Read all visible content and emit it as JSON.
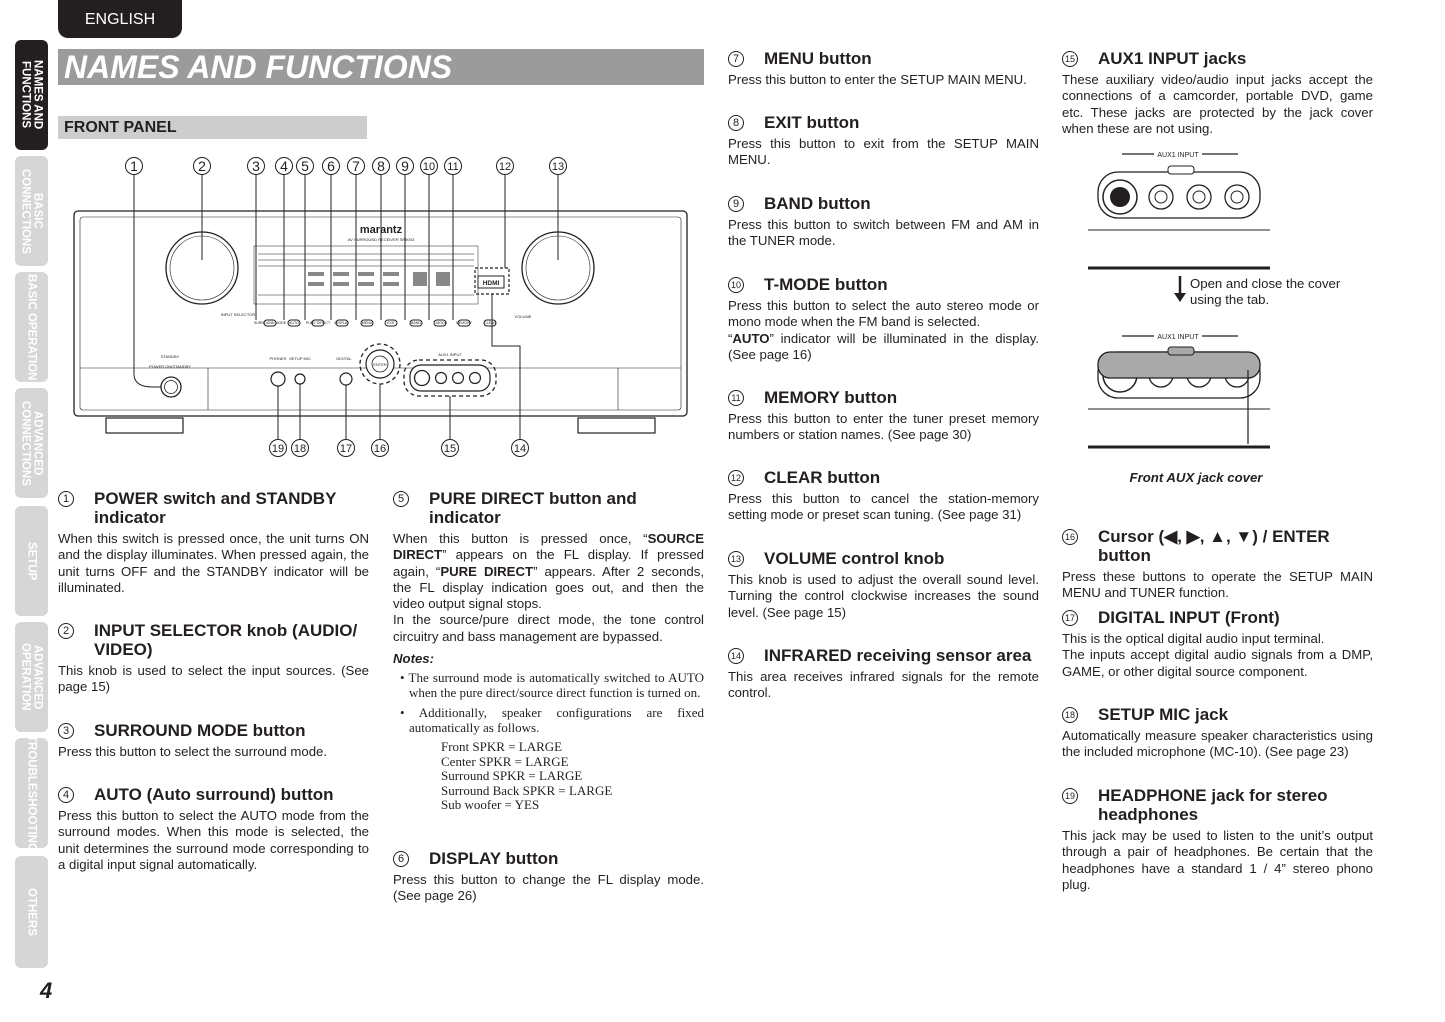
{
  "header": {
    "language_tab": "ENGLISH"
  },
  "side_tabs": [
    {
      "label": "NAMES AND\nFUNCTIONS",
      "active": true
    },
    {
      "label": "BASIC\nCONNECTIONS",
      "active": false
    },
    {
      "label": "BASIC OPERATION",
      "active": false
    },
    {
      "label": "ADVANCED\nCONNECTIONS",
      "active": false
    },
    {
      "label": "SETUP",
      "active": false
    },
    {
      "label": "ADVANCED\nOPERATION",
      "active": false
    },
    {
      "label": "TROUBLESHOOTING",
      "active": false
    },
    {
      "label": "OTHERS",
      "active": false
    }
  ],
  "page_title": "NAMES AND FUNCTIONS",
  "section_title": "FRONT PANEL",
  "diagram": {
    "brand": "marantz",
    "model_line": "AV SURROUND RECEIVER SR5003",
    "panel_labels": {
      "input_selector": "INPUT SELECTOR",
      "volume": "VOLUME",
      "standby": "STANDBY",
      "power": "POWER ON/STANDBY",
      "phones": "PHONES",
      "setup_mic": "SETUP MIC",
      "digital": "DIGITAL",
      "aux1_input": "AUX1 INPUT",
      "hdmi": "HDMI",
      "enter": "ENTER",
      "buttons": [
        "SURROUND MODE",
        "AUTO",
        "PURE DIRECT",
        "DISPLAY",
        "MENU",
        "EXIT",
        "BAND",
        "T-MODE",
        "MEMORY",
        "CLEAR"
      ]
    },
    "callouts_top": [
      "1",
      "2",
      "3",
      "4",
      "5",
      "6",
      "7",
      "8",
      "9",
      "10",
      "11",
      "12",
      "13"
    ],
    "callouts_bottom": [
      "19",
      "18",
      "17",
      "16",
      "15",
      "14"
    ]
  },
  "items": [
    {
      "num": "1",
      "title": "POWER switch and STANDBY indicator",
      "body": "When this switch is pressed once, the unit turns ON and the display illuminates. When pressed again, the unit turns OFF and the STANDBY indicator will be illuminated."
    },
    {
      "num": "2",
      "title": "INPUT SELECTOR knob (AUDIO/ VIDEO)",
      "body": "This knob is used to select the input sources. (See page 15)"
    },
    {
      "num": "3",
      "title": "SURROUND MODE button",
      "body": "Press this button to select the surround mode."
    },
    {
      "num": "4",
      "title": "AUTO (Auto surround) button",
      "body": "Press this button to select the AUTO mode from the surround modes. When this mode is selected, the unit determines the surround mode corresponding to a digital input signal automatically."
    },
    {
      "num": "5",
      "title": "PURE DIRECT button and indicator",
      "body_parts": [
        "When this button is pressed once, “",
        "SOURCE DIRECT",
        "” appears on the FL display. If pressed again, “",
        "PURE DIRECT",
        "” appears. After 2 seconds, the FL display indication goes out, and then the video output signal stops."
      ],
      "body2": "In the source/pure direct mode, the tone control circuitry and bass management are bypassed.",
      "notes_heading": "Notes:",
      "notes": [
        "The surround mode is automatically switched to AUTO when the pure direct/source direct function is turned on.",
        "Additionally, speaker configurations are fixed automatically as follows."
      ],
      "speaker_config": [
        "Front SPKR = LARGE",
        "Center SPKR = LARGE",
        "Surround SPKR = LARGE",
        "Surround Back SPKR = LARGE",
        "Sub woofer = YES"
      ]
    },
    {
      "num": "6",
      "title": "DISPLAY button",
      "body": "Press this button to change the FL display mode. (See page 26)"
    },
    {
      "num": "7",
      "title": "MENU button",
      "body": "Press this button to enter the SETUP MAIN MENU."
    },
    {
      "num": "8",
      "title": "EXIT button",
      "body": "Press this button to exit from the SETUP MAIN MENU."
    },
    {
      "num": "9",
      "title": "BAND button",
      "body": "Press this button to switch between FM and AM in the TUNER mode."
    },
    {
      "num": "10",
      "title": "T-MODE button",
      "body": "Press this button to select the auto stereo mode or mono mode when the FM band is selected.",
      "body_parts": [
        "“",
        "AUTO",
        "” indicator will be illuminated in the display. (See page 16)"
      ]
    },
    {
      "num": "11",
      "title": "MEMORY button",
      "body": "Press this button to enter the tuner preset memory numbers or station names. (See page 30)"
    },
    {
      "num": "12",
      "title": "CLEAR button",
      "body": "Press this button to cancel the station-memory setting mode or preset scan tuning. (See page 31)"
    },
    {
      "num": "13",
      "title": "VOLUME control knob",
      "body": "This knob is used to adjust the overall sound level. Turning the control clockwise increases the sound level. (See page 15)"
    },
    {
      "num": "14",
      "title": "INFRARED receiving sensor area",
      "body": "This area receives infrared signals for the remote control."
    },
    {
      "num": "15",
      "title": "AUX1 INPUT jacks",
      "body": "These auxiliary video/audio input jacks accept the connections of a camcorder, portable DVD, game etc. These jacks are protected by the jack cover when these are not using."
    },
    {
      "num": "16",
      "title": "Cursor (◀, ▶, ▲, ▼) / ENTER button",
      "body": "Press these buttons to operate the SETUP MAIN MENU and TUNER function."
    },
    {
      "num": "17",
      "title": "DIGITAL INPUT (Front)",
      "body": "This is the optical digital audio input terminal.",
      "body2": "The inputs accept digital audio signals from a DMP, GAME, or other digital source component."
    },
    {
      "num": "18",
      "title": "SETUP MIC jack",
      "body": "Automatically measure speaker characteristics using the included microphone (MC-10). (See page 23)"
    },
    {
      "num": "19",
      "title": "HEADPHONE jack for stereo headphones",
      "body": "This jack may be used to listen to the unit’s output through a pair of headphones. Be certain that the headphones have a standard 1 / 4” stereo phono plug."
    }
  ],
  "aux_figure": {
    "label": "AUX1 INPUT",
    "instruction": "Open and close the cover using the tab.",
    "caption": "Front AUX jack cover"
  },
  "page_number": "4"
}
